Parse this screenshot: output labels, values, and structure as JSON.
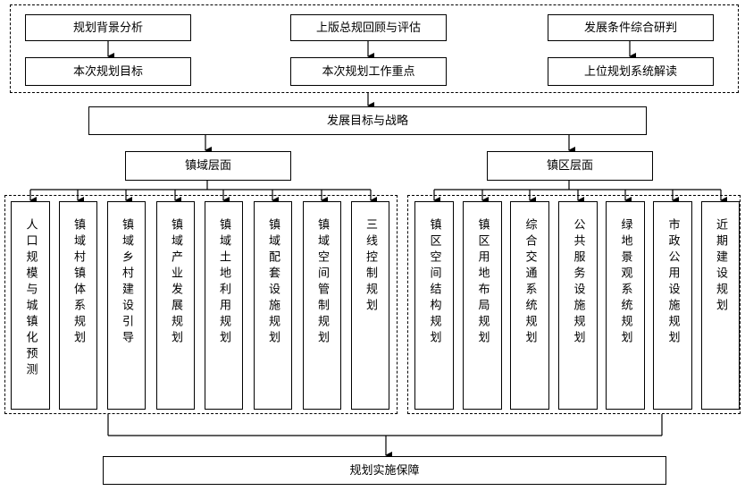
{
  "diagram": {
    "top_row": [
      {
        "upper": "规划背景分析",
        "lower": "本次规划目标"
      },
      {
        "upper": "上版总规回顾与评估",
        "lower": "本次规划工作重点"
      },
      {
        "upper": "发展条件综合研判",
        "lower": "上位规划系统解读"
      }
    ],
    "strategy": "发展目标与战略",
    "town_level": "镇域层面",
    "district_level": "镇区层面",
    "town_items": [
      "人口规模与城镇化预测",
      "镇域村镇体系规划",
      "镇域乡村建设引导",
      "镇域产业发展规划",
      "镇域土地利用规划",
      "镇域配套设施规划",
      "镇域空间管制规划",
      "三线控制规划"
    ],
    "district_items": [
      "镇区空间结构规划",
      "镇区用地布局规划",
      "综合交通系统规划",
      "公共服务设施规划",
      "绿地景观系统规划",
      "市政公用设施规划",
      "近期建设规划"
    ],
    "implementation": "规划实施保障"
  }
}
